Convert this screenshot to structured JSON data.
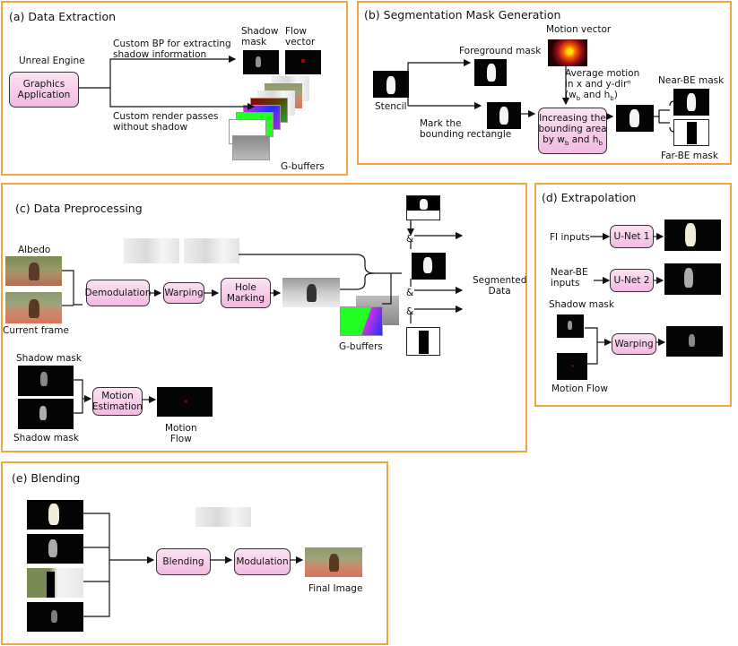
{
  "panel_a": {
    "title": "(a) Data Extraction",
    "unreal_engine": "Unreal Engine",
    "graphics_application": "Graphics\nApplication",
    "custom_bp": "Custom BP for extracting\nshadow information",
    "custom_render": "Custom render passes\nwithout shadow",
    "shadow_mask": "Shadow\nmask",
    "flow_vector": "Flow\nvector",
    "g_buffers": "G-buffers"
  },
  "panel_b": {
    "title": "(b) Segmentation Mask Generation",
    "motion_vector": "Motion vector",
    "foreground_mask": "Foreground mask",
    "average_motion": "Average motion\nin x and y-dirⁿ\n(w",
    "avg_wb_sub": "b",
    "avg_and": " and h",
    "avg_hb_sub": "b",
    "avg_close": ")",
    "stencil": "Stencil",
    "mark_rect": "Mark the\nbounding rectangle",
    "increasing_box": "Increasing the\nbounding area\nby w",
    "inc_wb_sub": "b",
    "inc_and": " and h",
    "inc_hb_sub": "b",
    "near_be_mask": "Near-BE mask",
    "far_be_mask": "Far-BE mask"
  },
  "panel_c": {
    "title": "(c) Data Preprocessing",
    "albedo": "Albedo",
    "current_frame": "Current frame",
    "demodulation": "Demodulation",
    "warping": "Warping",
    "hole_marking": "Hole\nMarking",
    "g_buffers": "G-buffers",
    "segmented_data": "Segmented\nData",
    "amp": "&",
    "shadow_mask_top": "Shadow mask",
    "shadow_mask_bottom": "Shadow mask",
    "motion_estimation": "Motion\nEstimation",
    "motion_flow": "Motion\nFlow"
  },
  "panel_d": {
    "title": "(d) Extrapolation",
    "fi_inputs": "FI inputs",
    "unet1": "U-Net 1",
    "near_be_inputs": "Near-BE\ninputs",
    "unet2": "U-Net 2",
    "shadow_mask": "Shadow mask",
    "warping": "Warping",
    "motion_flow": "Motion Flow"
  },
  "panel_e": {
    "title": "(e) Blending",
    "blending": "Blending",
    "modulation": "Modulation",
    "final_image": "Final Image"
  },
  "colors": {
    "panel_border": "#f0a640",
    "box_fill_top": "#fbe3f3",
    "box_fill_bottom": "#f3b9e2",
    "gbuffer_green": "#22ff22",
    "gbuffer_magenta": "#d030e0",
    "gbuffer_blue": "#2030ff"
  }
}
